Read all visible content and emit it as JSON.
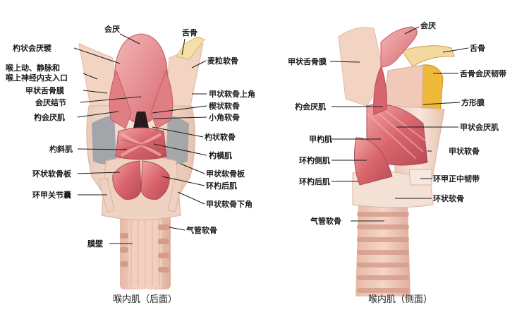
{
  "posterior": {
    "caption": "喉内肌（后面）",
    "labels": {
      "epiglottis": "会厌",
      "hyoid": "舌骨",
      "aryepiglottic_fold": "杓状会厌襞",
      "triticeous": "麦粒软骨",
      "sup_laryngeal_vessels_1": "喉上动、静脉和",
      "sup_laryngeal_vessels_2": "喉上神经内支入口",
      "thyrohyoid_membrane": "甲状舌骨膜",
      "sup_horn": "甲状软骨上角",
      "epiglottic_tubercle": "会厌结节",
      "cuneiform": "楔状软骨",
      "aryepiglottic_muscle": "杓会厌肌",
      "corniculate": "小角软骨",
      "arytenoid": "杓状软骨",
      "oblique_arytenoid": "杓斜肌",
      "transverse_arytenoid": "杓横肌",
      "cricoid_lamina": "环状软骨板",
      "thyroid_lamina": "甲状软骨板",
      "post_cricoarytenoid": "环杓后肌",
      "cricothyroid_joint": "环甲关节囊",
      "inf_horn": "甲状软骨下角",
      "tracheal_cartilage": "气管软骨",
      "membranous_wall": "膜壁"
    }
  },
  "lateral": {
    "caption": "喉内肌（侧面）",
    "labels": {
      "epiglottis": "会厌",
      "hyoid": "舌骨",
      "thyrohyoid_membrane": "甲状舌骨膜",
      "hyoepiglottic_lig": "舌骨会厌韧带",
      "aryepiglottic_muscle": "杓会厌肌",
      "quadrangular_membrane": "方形膜",
      "thyroarytenoid_epi": "甲状会厌肌",
      "thyroarytenoid": "甲杓肌",
      "thyroid_cartilage": "甲状软骨",
      "lat_cricoarytenoid": "环杓侧肌",
      "median_cricothyroid_lig": "环甲正中韧带",
      "post_cricoarytenoid": "环杓后肌",
      "cricoid_cartilage": "环状软骨",
      "tracheal_cartilage": "气管软骨"
    }
  },
  "colors": {
    "muscle": "#d9656c",
    "muscle_light": "#ec9a9c",
    "cartilage": "#f3dccd",
    "membrane": "#f1c9b9",
    "ligament_yellow": "#efb93a",
    "shadow": "#9aa0a6"
  }
}
